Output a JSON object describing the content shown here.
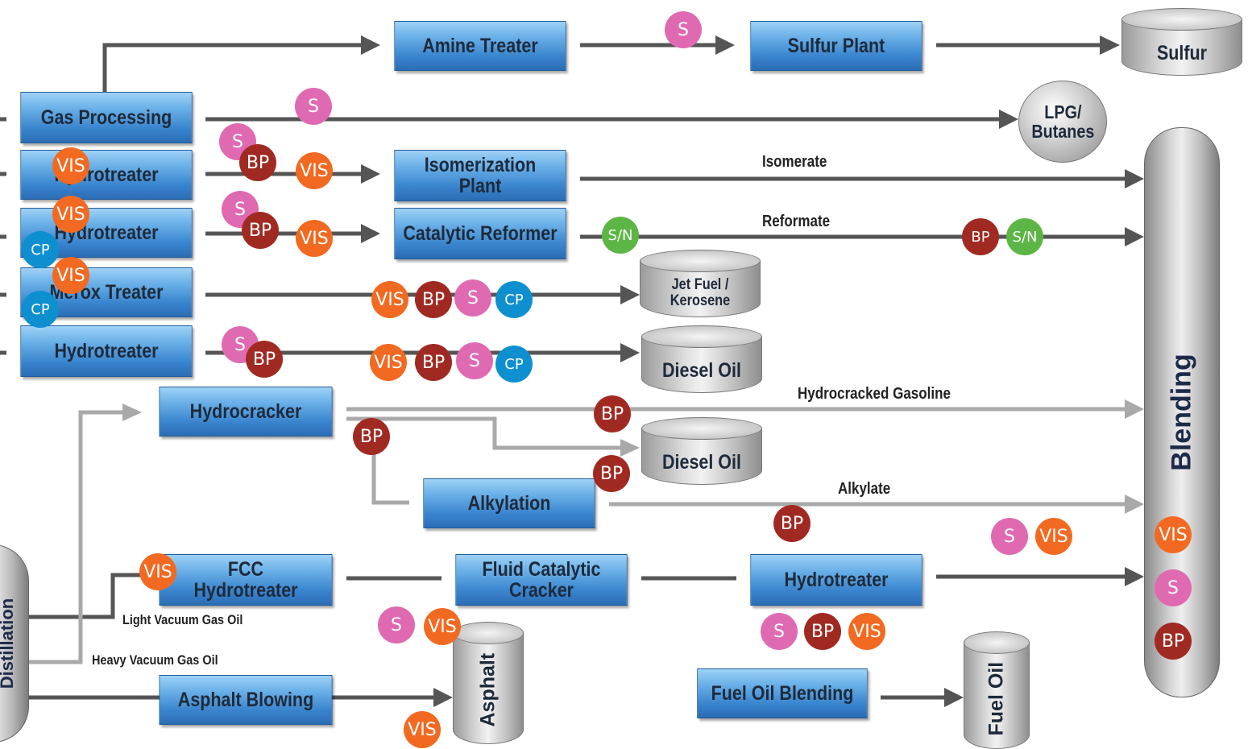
{
  "units": {
    "amine_treater": "Amine Treater",
    "sulfur_plant": "Sulfur Plant",
    "gas_processing": "Gas Processing",
    "hydrotreater_1": "Hydrotreater",
    "hydrotreater_2": "Hydrotreater",
    "merox_treater": "Merox Treater",
    "hydrotreater_3": "Hydrotreater",
    "isomerization_plant": "Isomerization\nPlant",
    "catalytic_reformer": "Catalytic Reformer",
    "hydrocracker": "Hydrocracker",
    "alkylation": "Alkylation",
    "fcc_hydrotreater": "FCC\nHydrotreater",
    "fluid_catalytic_cracker": "Fluid Catalytic\nCracker",
    "hydrotreater_4": "Hydrotreater",
    "asphalt_blowing": "Asphalt Blowing",
    "fuel_oil_blending": "Fuel Oil Blending"
  },
  "products": {
    "sulfur": "Sulfur",
    "lpg_butanes": "LPG/\nButanes",
    "jet_fuel": "Jet Fuel /\nKerosene",
    "diesel_oil_1": "Diesel Oil",
    "diesel_oil_2": "Diesel Oil",
    "asphalt": "Asphalt",
    "fuel_oil": "Fuel Oil",
    "blending": "Blending",
    "distillation": "Distillation"
  },
  "streams": {
    "isomerate": "Isomerate",
    "reformate": "Reformate",
    "hydrocracked_gasoline": "Hydrocracked Gasoline",
    "alkylate": "Alkylate",
    "light_vacuum_gas_oil": "Light Vacuum Gas Oil",
    "heavy_vacuum_gas_oil": "Heavy Vacuum Gas Oil"
  },
  "badge_colors": {
    "S": "#e06ab1",
    "BP": "#a02a22",
    "VIS": "#f26a22",
    "CP": "#0e8fd0",
    "S/N": "#5cb645"
  },
  "badges": [
    {
      "label": "S"
    },
    {
      "label": "S"
    },
    {
      "label": "S"
    },
    {
      "label": "BP"
    },
    {
      "label": "VIS"
    },
    {
      "label": "VIS"
    },
    {
      "label": "S"
    },
    {
      "label": "BP"
    },
    {
      "label": "VIS"
    },
    {
      "label": "VIS"
    },
    {
      "label": "CP"
    },
    {
      "label": "S/N"
    },
    {
      "label": "BP"
    },
    {
      "label": "S/N"
    },
    {
      "label": "VIS"
    },
    {
      "label": "CP"
    },
    {
      "label": "VIS"
    },
    {
      "label": "BP"
    },
    {
      "label": "S"
    },
    {
      "label": "CP"
    },
    {
      "label": "S"
    },
    {
      "label": "BP"
    },
    {
      "label": "VIS"
    },
    {
      "label": "BP"
    },
    {
      "label": "S"
    },
    {
      "label": "CP"
    },
    {
      "label": "BP"
    },
    {
      "label": "BP"
    },
    {
      "label": "BP"
    },
    {
      "label": "BP"
    },
    {
      "label": "S"
    },
    {
      "label": "VIS"
    },
    {
      "label": "VIS"
    },
    {
      "label": "S"
    },
    {
      "label": "BP"
    },
    {
      "label": "VIS"
    },
    {
      "label": "S"
    },
    {
      "label": "VIS"
    },
    {
      "label": "S"
    },
    {
      "label": "BP"
    },
    {
      "label": "VIS"
    },
    {
      "label": "VIS"
    }
  ]
}
